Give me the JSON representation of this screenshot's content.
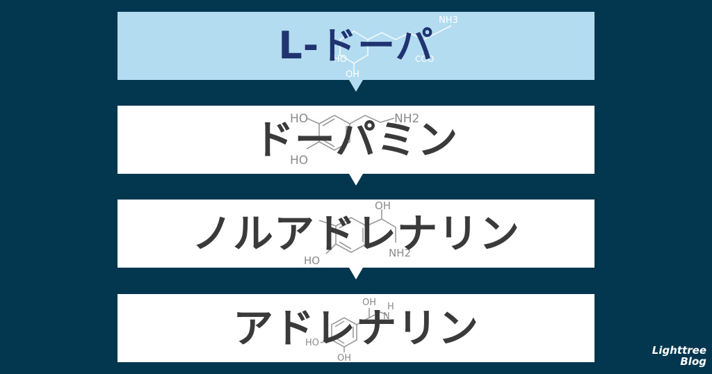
{
  "steps": [
    {
      "label": "L-ドーパ",
      "structure_labels": [
        "NH3",
        "COO",
        "HO",
        "OH"
      ]
    },
    {
      "label": "ドーパミン",
      "structure_labels": [
        "HO",
        "NH2",
        "HO"
      ]
    },
    {
      "label": "ノルアドレナリン",
      "structure_labels": [
        "OH",
        "HO",
        "NH2"
      ]
    },
    {
      "label": "アドレナリン",
      "structure_labels": [
        "OH",
        "H",
        "N",
        "HO",
        "OH"
      ]
    }
  ],
  "watermark": {
    "line1": "Lighttree",
    "line2": "Blog"
  },
  "colors": {
    "background": "#03374f",
    "first_box": "#b3dcf1",
    "other_boxes": "#ffffff",
    "first_text": "#1f3470",
    "other_text": "#3a3a3a"
  }
}
